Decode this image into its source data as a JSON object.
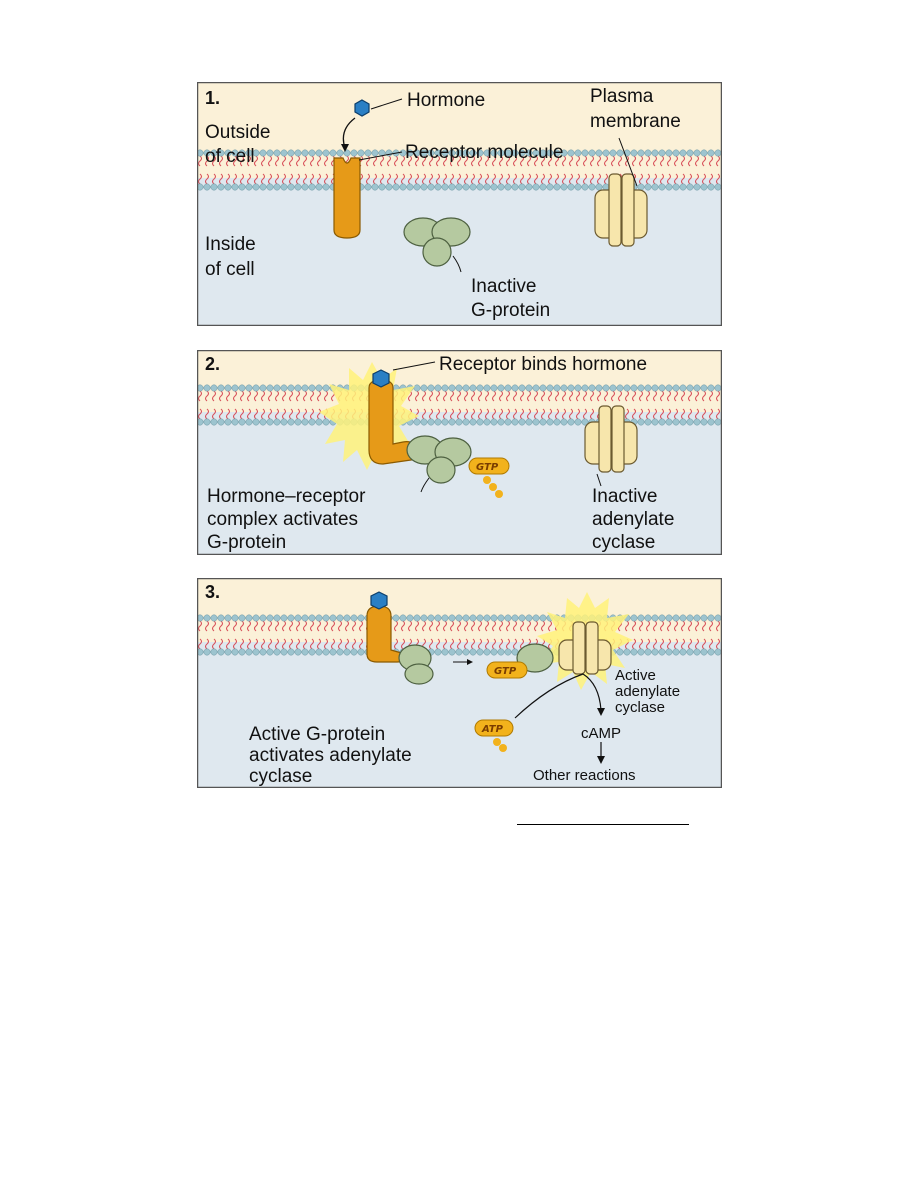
{
  "colors": {
    "outside": "#fbf1d8",
    "inside": "#dfe8ef",
    "border": "#555555",
    "lipid_tail": "#d8505a",
    "lipid_head": "#9dc4cf",
    "receptor": "#e69a18",
    "hormone": "#2a7fc4",
    "g_protein": "#b5c9a0",
    "adenylate_cyclase": "#f7e6ac",
    "glow": "#fff27a",
    "nucleotide": "#f2b21c"
  },
  "panels": [
    {
      "step": "1.",
      "labels": {
        "hormone": "Hormone",
        "plasma_membrane": [
          "Plasma",
          "membrane"
        ],
        "outside_cell": [
          "Outside",
          "of cell"
        ],
        "receptor_molecule": "Receptor molecule",
        "inside_cell": [
          "Inside",
          "of cell"
        ],
        "inactive_g_protein": [
          "Inactive",
          "G-protein"
        ]
      }
    },
    {
      "step": "2.",
      "labels": {
        "receptor_binds": "Receptor binds hormone",
        "gtp": "GTP",
        "complex_activates": [
          "Hormone–receptor",
          "complex activates",
          "G-protein"
        ],
        "inactive_adenylate": [
          "Inactive",
          "adenylate",
          "cyclase"
        ]
      }
    },
    {
      "step": "3.",
      "labels": {
        "gtp": "GTP",
        "atp": "ATP",
        "active_adenylate": [
          "Active",
          "adenylate",
          "cyclase"
        ],
        "camp": "cAMP",
        "other_reactions": "Other reactions",
        "active_g_protein": [
          "Active G-protein",
          "activates adenylate",
          "cyclase"
        ]
      }
    }
  ]
}
